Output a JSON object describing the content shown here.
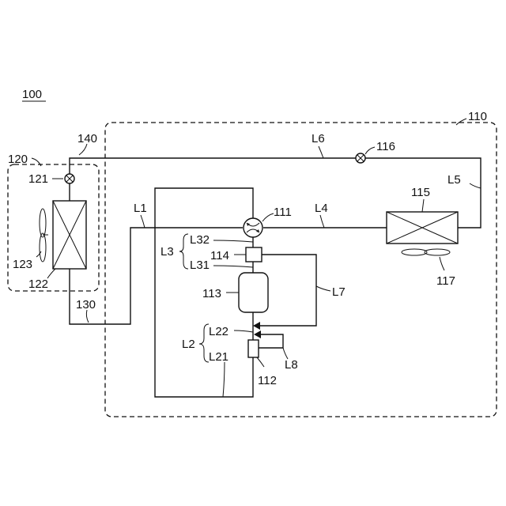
{
  "labels": {
    "system": "100",
    "outdoor_unit": "110",
    "indoor_unit": "120",
    "pipe_130": "130",
    "pipe_140": "140",
    "four_way_valve": "111",
    "compressor_part": "112",
    "accumulator": "113",
    "separator": "114",
    "outdoor_hx": "115",
    "outdoor_valve": "116",
    "outdoor_fan": "117",
    "indoor_valve": "121",
    "indoor_hx": "122",
    "indoor_fan": "123",
    "L1": "L1",
    "L2": "L2",
    "L21": "L21",
    "L22": "L22",
    "L3": "L3",
    "L31": "L31",
    "L32": "L32",
    "L4": "L4",
    "L5": "L5",
    "L6": "L6",
    "L7": "L7",
    "L8": "L8"
  }
}
